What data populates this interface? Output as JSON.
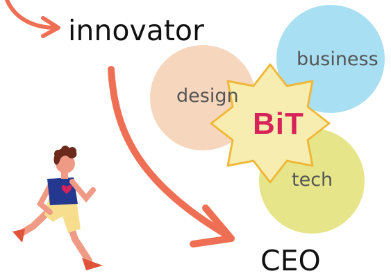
{
  "labels": {
    "top": "innovator",
    "bottom": "CEO",
    "design": "design",
    "business": "business",
    "tech": "tech",
    "brand": "BiT"
  },
  "colors": {
    "design_circle": "#f6d6bc",
    "business_circle": "#a9dff2",
    "tech_circle": "#e7e58a",
    "star_fill": "#f8edb0",
    "star_stroke": "#efb83a",
    "arrow": "#ef6f54",
    "brand_text": "#d7235a"
  },
  "icons": {
    "figure": "running-person-illustration"
  }
}
